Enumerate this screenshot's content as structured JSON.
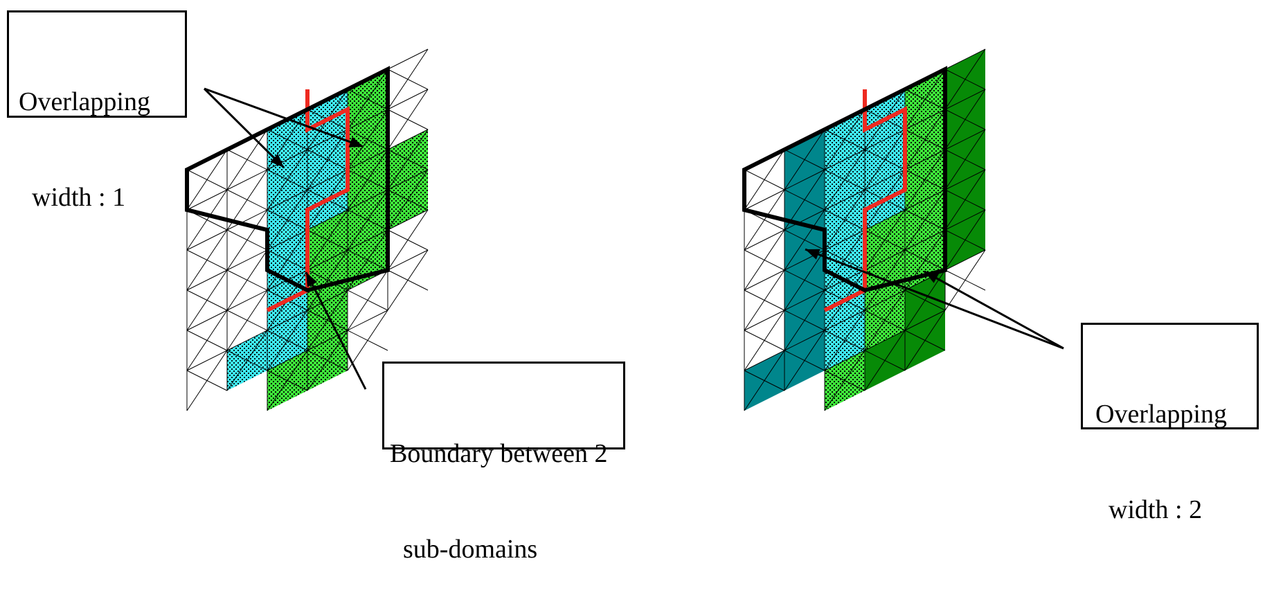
{
  "labels": {
    "overlap1": {
      "line1": "Overlapping",
      "line2": "  width : 1"
    },
    "boundary": {
      "line1": "Boundary between 2",
      "line2": "  sub-domains"
    },
    "overlap2": {
      "line1": "Overlapping",
      "line2": "  width : 2"
    }
  },
  "colors": {
    "cyan": "#3ff0f8",
    "light_green": "#3ee83a",
    "dark_green": "#078a07",
    "teal": "#00868c",
    "boundary": "#ee2a20",
    "outline": "#000000"
  },
  "meshes": [
    {
      "name": "overlap-width-1",
      "columns": [
        [
          "white",
          "white",
          "white",
          "white",
          "white",
          "white"
        ],
        [
          "white",
          "white",
          "white",
          "white",
          "white",
          "cyan"
        ],
        [
          "cyan",
          "cyan",
          "cyan",
          "cyan",
          "cyan",
          "cyan",
          "green"
        ],
        [
          "cyan",
          "cyan",
          "cyan",
          "green",
          "green",
          "green",
          "green"
        ],
        [
          "green",
          "green",
          "green",
          "green",
          "green",
          "white",
          "white"
        ],
        [
          "white",
          "white",
          "green",
          "green",
          "white",
          "white"
        ]
      ],
      "boundary_column_steps": [
        3,
        3,
        4,
        4,
        5
      ]
    },
    {
      "name": "overlap-width-2",
      "columns": [
        [
          "white",
          "white",
          "white",
          "white",
          "white",
          "teal"
        ],
        [
          "teal",
          "teal",
          "teal",
          "teal",
          "teal",
          "teal"
        ],
        [
          "cyan",
          "cyan",
          "cyan",
          "cyan",
          "cyan",
          "cyan",
          "green"
        ],
        [
          "cyan",
          "cyan",
          "cyan",
          "green",
          "green",
          "green",
          "dkgreen"
        ],
        [
          "green",
          "green",
          "green",
          "green",
          "green",
          "dkgreen",
          "dkgreen"
        ],
        [
          "dkgreen",
          "dkgreen",
          "dkgreen",
          "dkgreen",
          "dkgreen",
          "white"
        ]
      ],
      "boundary_column_steps": [
        3,
        3,
        4,
        4,
        5
      ]
    }
  ]
}
